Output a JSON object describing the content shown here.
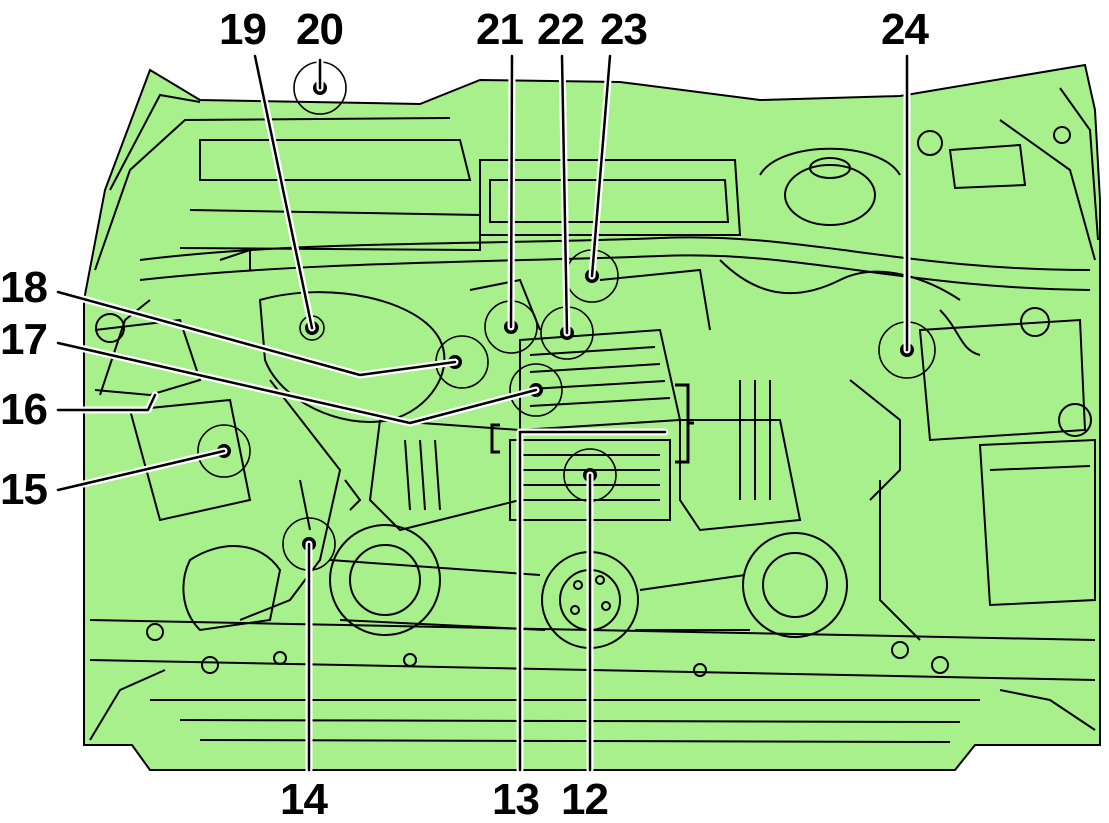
{
  "colors": {
    "fill": "#a8f08c",
    "stroke": "#000000",
    "background": "#ffffff"
  },
  "callouts": [
    {
      "id": "c12",
      "number": "12"
    },
    {
      "id": "c13",
      "number": "13"
    },
    {
      "id": "c14",
      "number": "14"
    },
    {
      "id": "c15",
      "number": "15"
    },
    {
      "id": "c16",
      "number": "16"
    },
    {
      "id": "c17",
      "number": "17"
    },
    {
      "id": "c18",
      "number": "18"
    },
    {
      "id": "c19",
      "number": "19"
    },
    {
      "id": "c20",
      "number": "20"
    },
    {
      "id": "c21",
      "number": "21"
    },
    {
      "id": "c22",
      "number": "22"
    },
    {
      "id": "c23",
      "number": "23"
    },
    {
      "id": "c24",
      "number": "24"
    }
  ]
}
